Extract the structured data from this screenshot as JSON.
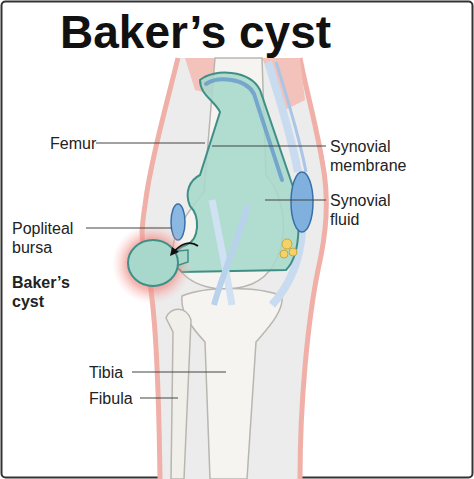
{
  "diagram": {
    "title": "Baker’s cyst",
    "labels": [
      "Femur",
      "Synovial membrane",
      "Synovial fluid",
      "Popliteal bursa",
      "Baker’s cyst",
      "Tibia",
      "Fibula"
    ]
  }
}
